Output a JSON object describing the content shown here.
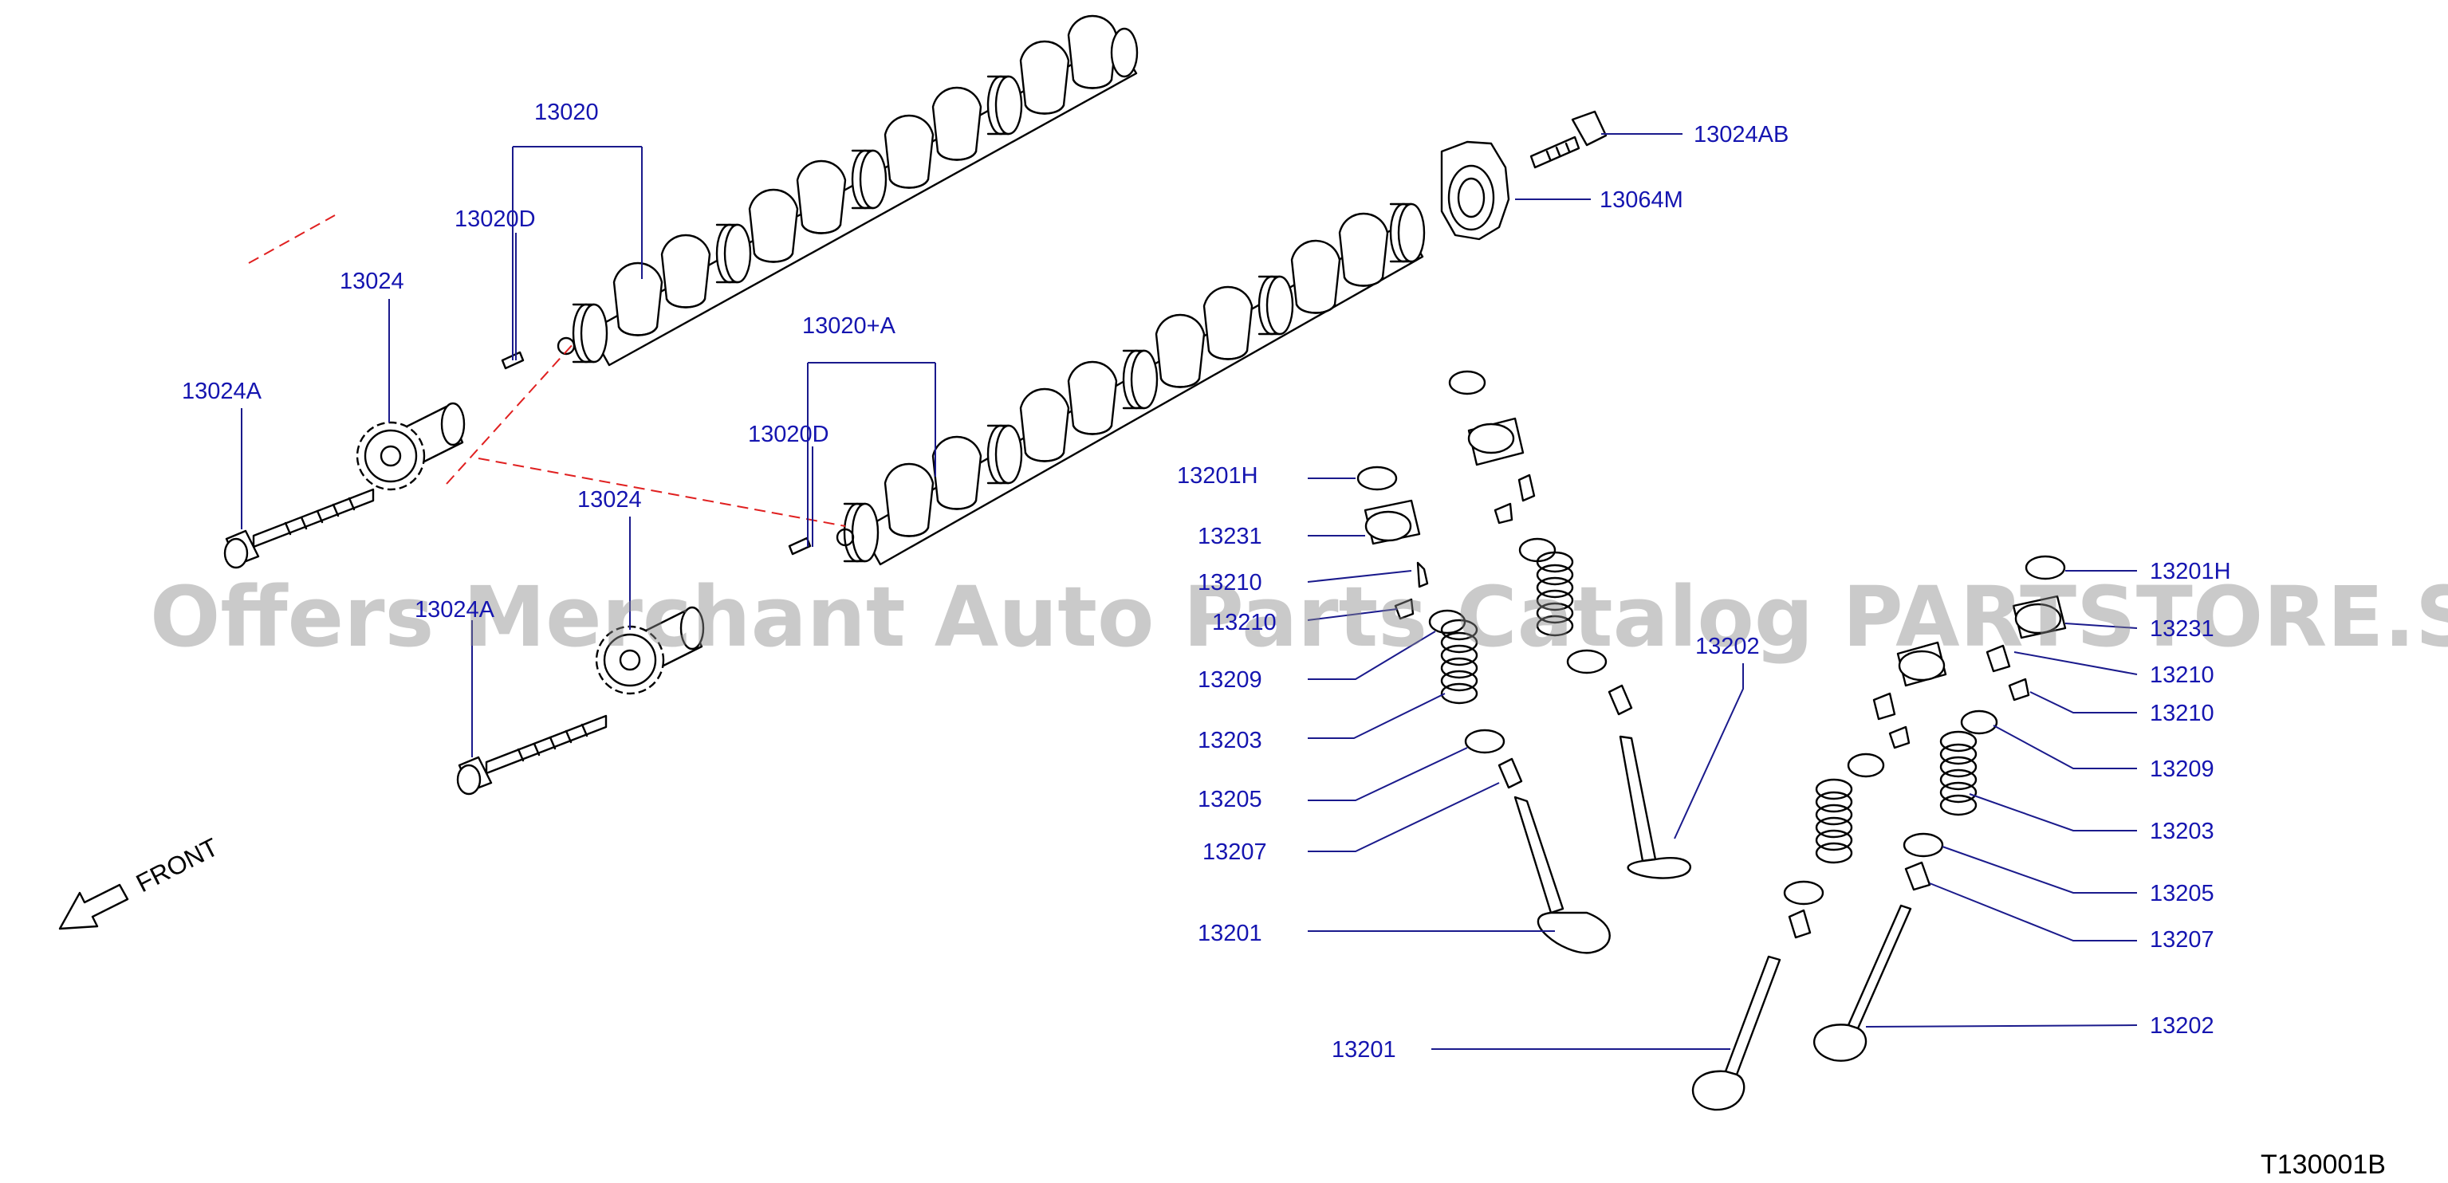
{
  "diagram": {
    "reference_code": "T130001B",
    "front_label": "FRONT",
    "watermark": "Offers Merchant Auto Parts Catalog PARTSTORE.SA",
    "labels": [
      {
        "id": "l1",
        "text": "13020"
      },
      {
        "id": "l2",
        "text": "13020D"
      },
      {
        "id": "l3",
        "text": "13024"
      },
      {
        "id": "l4",
        "text": "13024A"
      },
      {
        "id": "l5",
        "text": "13020+A"
      },
      {
        "id": "l6",
        "text": "13020D"
      },
      {
        "id": "l7",
        "text": "13024"
      },
      {
        "id": "l8",
        "text": "13024A"
      },
      {
        "id": "l9",
        "text": "13024AB"
      },
      {
        "id": "l10",
        "text": "13064M"
      },
      {
        "id": "l11",
        "text": "13201H"
      },
      {
        "id": "l12",
        "text": "13231"
      },
      {
        "id": "l13",
        "text": "13210"
      },
      {
        "id": "l14",
        "text": "13210"
      },
      {
        "id": "l15",
        "text": "13209"
      },
      {
        "id": "l16",
        "text": "13203"
      },
      {
        "id": "l17",
        "text": "13205"
      },
      {
        "id": "l18",
        "text": "13207"
      },
      {
        "id": "l19",
        "text": "13201"
      },
      {
        "id": "l20",
        "text": "13202"
      },
      {
        "id": "l21",
        "text": "13201"
      },
      {
        "id": "l22",
        "text": "13201H"
      },
      {
        "id": "l23",
        "text": "13231"
      },
      {
        "id": "l24",
        "text": "13210"
      },
      {
        "id": "l25",
        "text": "13210"
      },
      {
        "id": "l26",
        "text": "13209"
      },
      {
        "id": "l27",
        "text": "13203"
      },
      {
        "id": "l28",
        "text": "13205"
      },
      {
        "id": "l29",
        "text": "13207"
      },
      {
        "id": "l30",
        "text": "13202"
      }
    ]
  }
}
